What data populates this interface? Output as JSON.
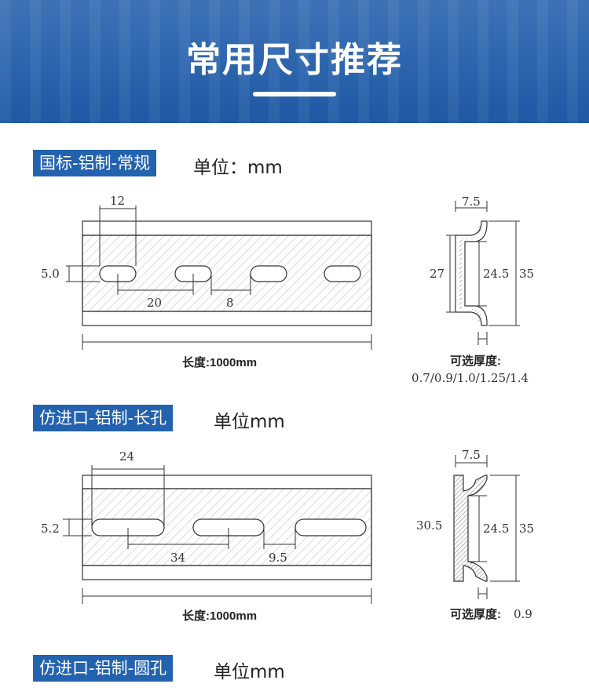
{
  "header": {
    "title": "常用尺寸推荐"
  },
  "sections": [
    {
      "label": "国标-铝制-常规",
      "unit": "单位：mm",
      "dims": {
        "hole_length": "12",
        "hole_height": "5.0",
        "hole_pitch": "20",
        "hole_gap": "8",
        "top_width": "7.5",
        "inner_height": "27",
        "mid_height": "24.5",
        "total_height": "35"
      },
      "length": "长度:1000mm",
      "thickness_label": "可选厚度:",
      "thickness_values": "0.7/0.9/1.0/1.25/1.4"
    },
    {
      "label": "仿进口-铝制-长孔",
      "unit": "单位mm",
      "dims": {
        "hole_length": "24",
        "hole_height": "5.2",
        "hole_pitch": "34",
        "hole_gap": "9.5",
        "top_width": "7.5",
        "inner_height": "30.5",
        "mid_height": "24.5",
        "total_height": "35"
      },
      "length": "长度:1000mm",
      "thickness_label": "可选厚度:",
      "thickness_values": "0.9"
    },
    {
      "label": "仿进口-铝制-圆孔",
      "unit": "单位mm"
    }
  ]
}
